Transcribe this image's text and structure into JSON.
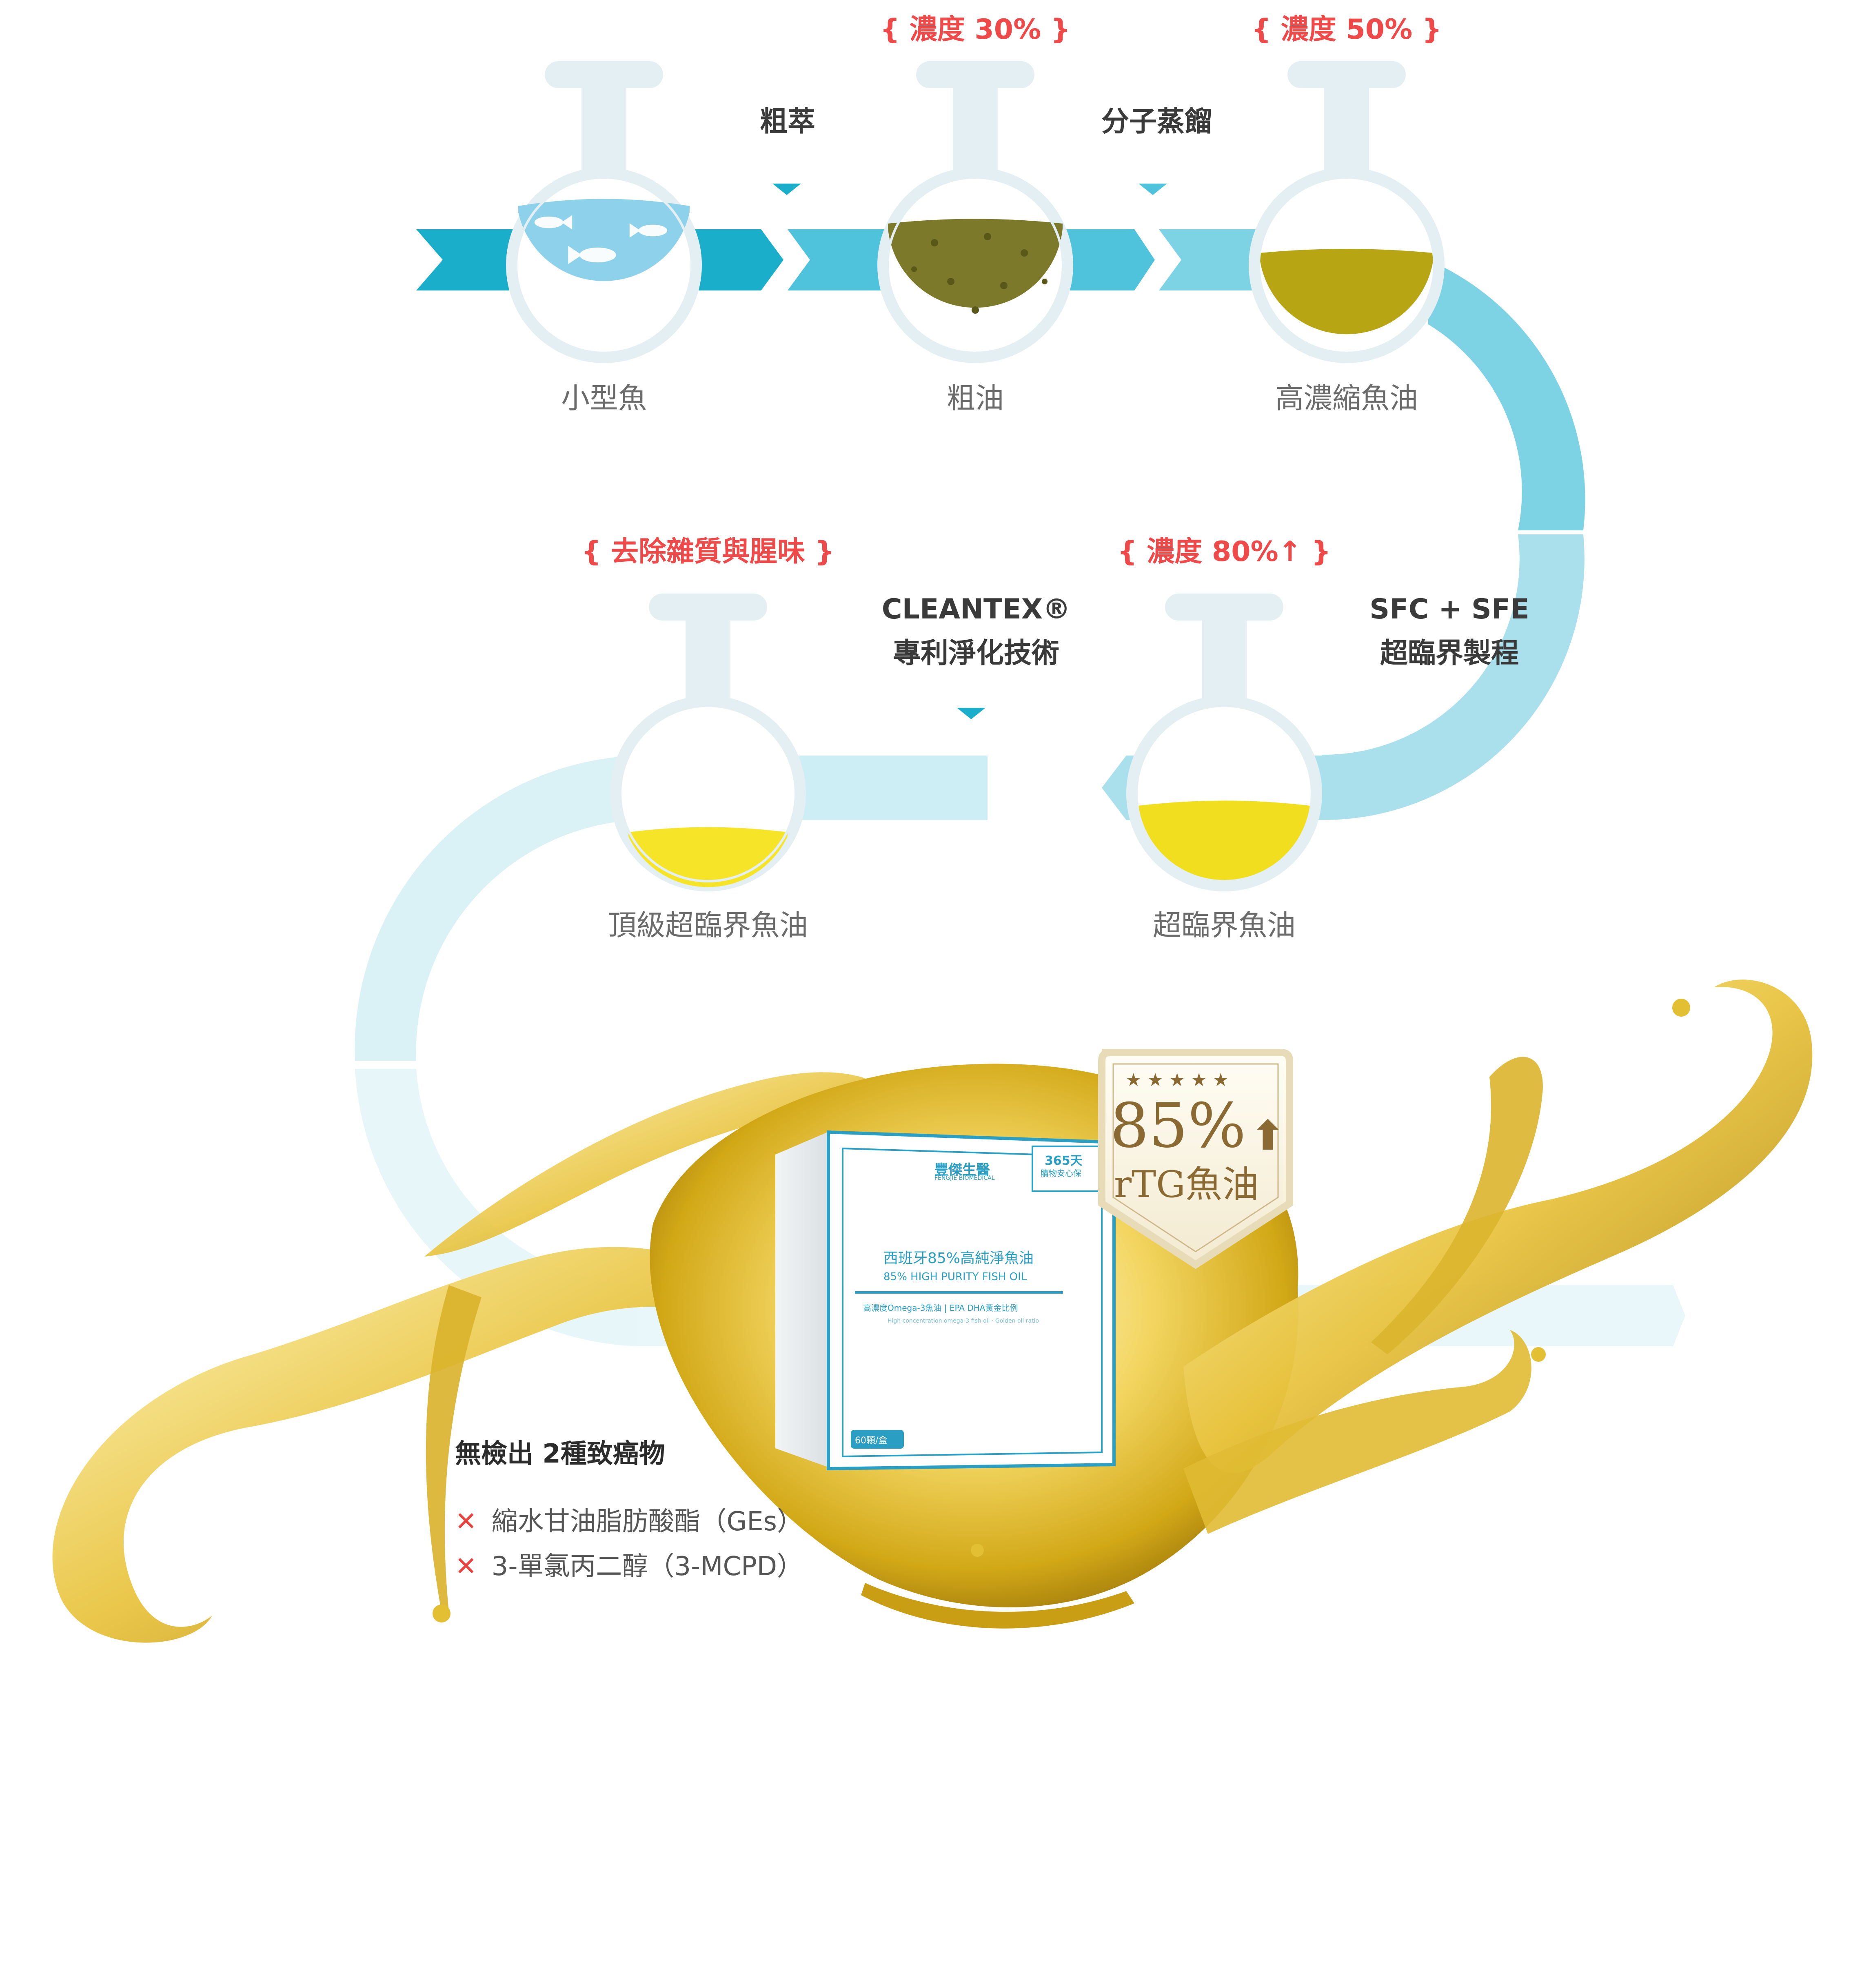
{
  "flow": {
    "stages": [
      {
        "key": "fish",
        "label": "小型魚",
        "badge": ""
      },
      {
        "key": "crude",
        "label": "粗油",
        "badge": "{ 濃度 30% }"
      },
      {
        "key": "concentrated",
        "label": "高濃縮魚油",
        "badge": "{ 濃度 50% }"
      },
      {
        "key": "supercritical",
        "label": "超臨界魚油",
        "badge": "{ 濃度 80%↑ }"
      },
      {
        "key": "premium",
        "label": "頂級超臨界魚油",
        "badge": "{ 去除雜質與腥味 }"
      }
    ],
    "processes": [
      {
        "key": "extract",
        "lines": [
          "粗萃"
        ]
      },
      {
        "key": "distill",
        "lines": [
          "分子蒸餾"
        ]
      },
      {
        "key": "sfc",
        "lines": [
          "SFC + SFE",
          "超臨界製程"
        ]
      },
      {
        "key": "cleantex",
        "lines": [
          "CLEANTEX®",
          "專利淨化技術"
        ]
      }
    ]
  },
  "product": {
    "brand": "豐傑生醫",
    "brand_en": "FENGJIE BIOMEDICAL",
    "guarantee": "365天",
    "guarantee_sub": "購物安心保",
    "name_zh": "西班牙85%高純淨魚油",
    "name_en": "85% HIGH PURITY FISH OIL",
    "desc_zh": "高濃度Omega-3魚油 | EPA DHA黃金比例",
    "desc_en": "High concentration omega-3 fish oil · Golden oil ratio",
    "count": "60顆/盒"
  },
  "badge": {
    "stars": 5,
    "percent": "85%",
    "type": "rTG魚油",
    "icon": "up-arrow-icon"
  },
  "no_detect": {
    "title": "無檢出  2種致癌物",
    "items": [
      "縮水甘油脂肪酸酯（GEs）",
      "3-單氯丙二醇（3-MCPD）"
    ],
    "icon": "cross-icon"
  },
  "colors": {
    "arrow_dark": "#1aaecb",
    "arrow_light": "#cdeef4",
    "flask": "#e3eff2",
    "water": "#8dd1ea",
    "crude": "#7c7a2a",
    "oil50": "#b8a514",
    "oil80": "#f1de1e",
    "oil_top": "#f5e428",
    "alert": "#ef4a4a",
    "gold": "#8a6a32"
  }
}
